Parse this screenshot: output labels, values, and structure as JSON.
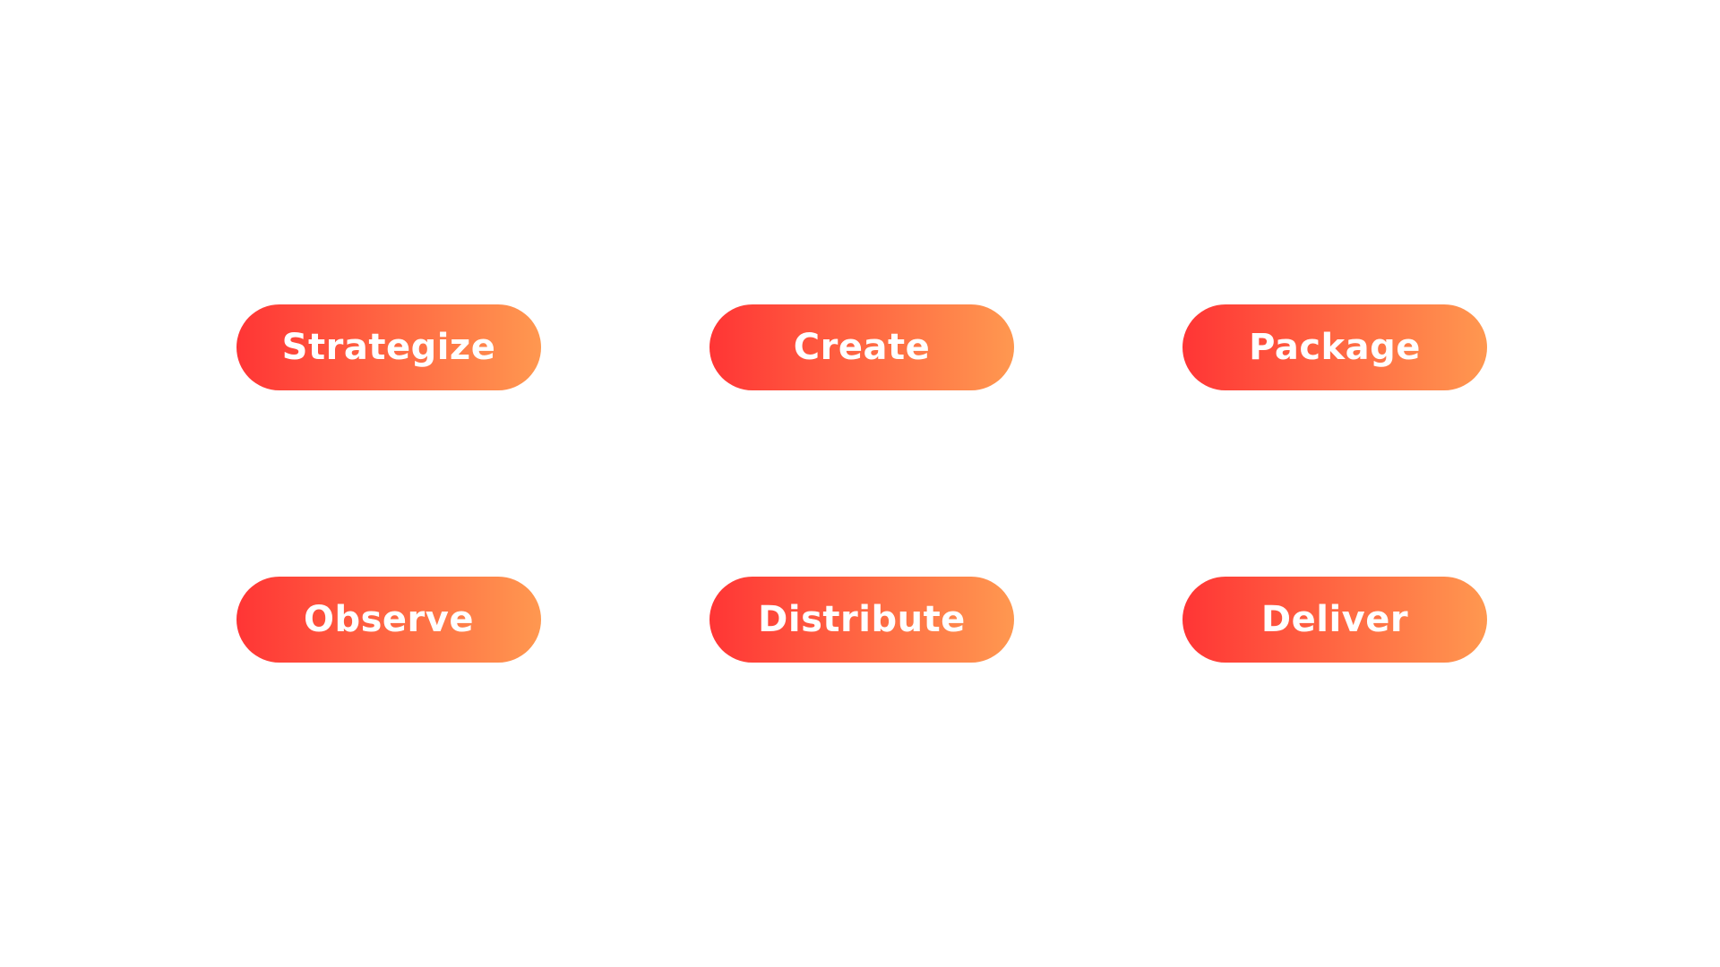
{
  "theme": {
    "gradient_start": "#ff3535",
    "gradient_end": "#ff9850",
    "label_color": "#ffffff",
    "background": "#ffffff"
  },
  "steps": [
    {
      "label": "Strategize"
    },
    {
      "label": "Create"
    },
    {
      "label": "Package"
    },
    {
      "label": "Observe"
    },
    {
      "label": "Distribute"
    },
    {
      "label": "Deliver"
    }
  ]
}
